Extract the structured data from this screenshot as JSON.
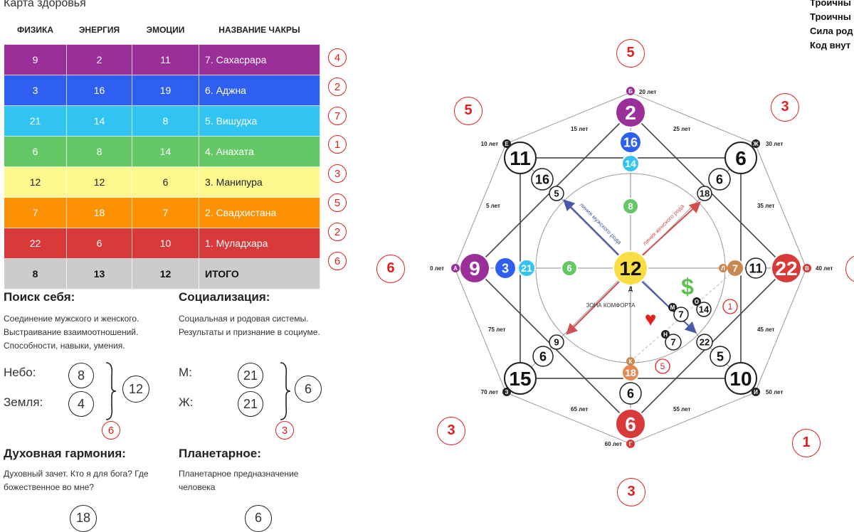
{
  "page_title": "Карта здоровья",
  "table": {
    "headers": [
      "ФИЗИКА",
      "ЭНЕРГИЯ",
      "ЭМОЦИИ",
      "НАЗВАНИЕ ЧАКРЫ"
    ],
    "rows": [
      {
        "fiz": "9",
        "en": "2",
        "emo": "11",
        "name": "7. Сахасрара",
        "circle": "4",
        "color": "#9b2f9a"
      },
      {
        "fiz": "3",
        "en": "16",
        "emo": "19",
        "name": "6. Аджна",
        "circle": "2",
        "color": "#2f5ff1"
      },
      {
        "fiz": "21",
        "en": "14",
        "emo": "8",
        "name": "5. Вишудха",
        "circle": "7",
        "color": "#31c4f3"
      },
      {
        "fiz": "6",
        "en": "8",
        "emo": "14",
        "name": "4. Анахата",
        "circle": "1",
        "color": "#64c866"
      },
      {
        "fiz": "12",
        "en": "12",
        "emo": "6",
        "name": "3. Манипура",
        "circle": "3",
        "color": "#fdf98f"
      },
      {
        "fiz": "7",
        "en": "18",
        "emo": "7",
        "name": "2. Свадхистана",
        "circle": "5",
        "color": "#fb9103"
      },
      {
        "fiz": "22",
        "en": "6",
        "emo": "10",
        "name": "1. Муладхара",
        "circle": "2",
        "color": "#d83a3a"
      },
      {
        "fiz": "8",
        "en": "13",
        "emo": "12",
        "name": "ИТОГО",
        "circle": "6",
        "color": "#cccccc"
      }
    ]
  },
  "search": {
    "title": "Поиск себя:",
    "desc1": "Соединение мужского и женского.",
    "desc2": "Выстраивание взаимоотношений.",
    "desc3": "Способности, навыки, умения.",
    "sky_label": "Небо:",
    "sky_value": "8",
    "earth_label": "Земля:",
    "earth_value": "4",
    "sum": "12",
    "red": "6"
  },
  "social": {
    "title": "Социализация:",
    "desc1": "Социальная и родовая системы.",
    "desc2": "Результаты и признание в социуме.",
    "m_label": "М:",
    "m_value": "21",
    "f_label": "Ж:",
    "f_value": "21",
    "sum": "6",
    "red": "3"
  },
  "spiritual": {
    "title": "Духовная гармония:",
    "desc1": "Духовный зачет. Кто я для бога? Где",
    "desc2": "божественное во мне?",
    "value": "18"
  },
  "planetary": {
    "title": "Планетарное:",
    "desc1": "Планетарное предназначение",
    "desc2": "человека",
    "value": "6"
  },
  "codes": [
    "Троичны",
    "Троичны",
    "Сила род",
    "Код внут"
  ],
  "matrix": {
    "center": "12",
    "center_letter": "Д",
    "comfort_zone": "ЗОНА КОМФОРТА",
    "male_line": "линия мужского рода",
    "female_line": "линия женского рода",
    "dollar": "$",
    "heart": "♥",
    "outer": {
      "top": "2",
      "left": "9",
      "right": "22",
      "bottom": "6",
      "tl": "11",
      "tr": "6",
      "bl": "15",
      "br": "10"
    },
    "vertical_inner": [
      "16",
      "14",
      "8",
      "18",
      "6"
    ],
    "horizontal_inner": [
      "3",
      "21",
      "6",
      "7",
      "11"
    ],
    "diag_tl": [
      "16",
      "5"
    ],
    "diag_tr": [
      "18",
      "6"
    ],
    "diag_bl": [
      "9",
      "6"
    ],
    "diag_br": [
      "22",
      "5"
    ],
    "money": [
      "7",
      "14"
    ],
    "love": [
      "7"
    ],
    "letters": {
      "A": "А",
      "B": "Б",
      "V": "В",
      "G": "Г",
      "E": "Е",
      "ZH": "Ж",
      "Z": "З",
      "I": "И",
      "L": "Л",
      "K": "К",
      "O": "О",
      "M": "М",
      "N": "Н"
    },
    "ages": {
      "a0": "0 лет",
      "a10": "10 лет",
      "a20": "20 лет",
      "a30": "30 лет",
      "a40": "40 лет",
      "a50": "50 лет",
      "a60": "60 лет",
      "a70": "70 лет",
      "a5": "5 лет",
      "a15": "15 лет",
      "a25": "25 лет",
      "a35": "35 лет",
      "a45": "45 лет",
      "a55": "55 лет",
      "a65": "65 лет",
      "a75": "75 лет"
    },
    "red_numbers": {
      "top": "5",
      "top_left": "5",
      "top_right": "3",
      "left": "6",
      "bottom_left": "3",
      "bottom": "3",
      "bottom_right": "1",
      "money_line": "1",
      "love_line": "5"
    }
  }
}
